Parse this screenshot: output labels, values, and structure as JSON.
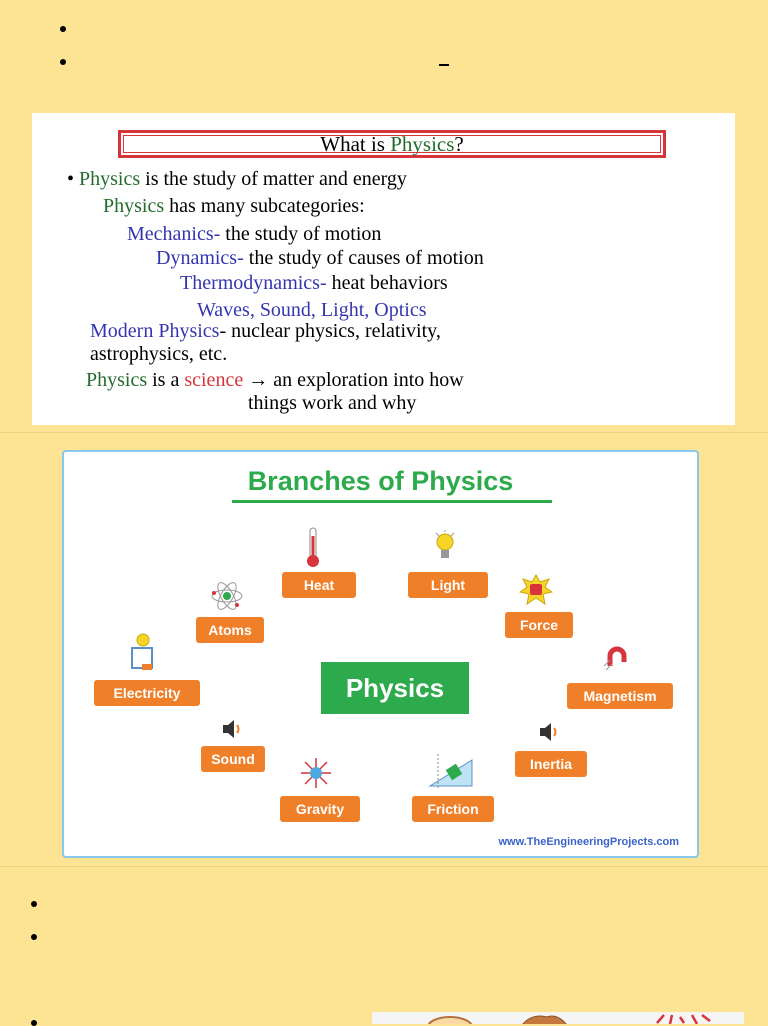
{
  "slide1": {
    "title_prefix": "What is ",
    "title_word": "Physics",
    "title_suffix": "?",
    "line1_a": "Physics",
    "line1_b": " is the study of matter and energy",
    "line2_a": "Physics",
    "line2_b": " has many subcategories:",
    "line3_a": "Mechanics-",
    "line3_b": " the study of motion",
    "line4_a": "Dynamics-",
    "line4_b": " the study of causes of motion",
    "line5_a": "Thermodynamics-",
    "line5_b": " heat behaviors",
    "line6": "Waves, Sound, Light, Optics",
    "line7_a": "Modern Physics",
    "line7_b": "- nuclear physics, relativity,",
    "line8": "astrophysics, etc.",
    "line9_a": "Physics",
    "line9_b": " is a ",
    "line9_c": "science",
    "line9_d": " → an exploration into how",
    "line10": "things work and why"
  },
  "slide2": {
    "title": "Branches of Physics",
    "center": "Physics",
    "branches": {
      "heat": "Heat",
      "light": "Light",
      "atoms": "Atoms",
      "force": "Force",
      "electricity": "Electricity",
      "magnetism": "Magnetism",
      "sound": "Sound",
      "inertia": "Inertia",
      "gravity": "Gravity",
      "friction": "Friction"
    },
    "footer": "www.TheEngineeringProjects.com"
  },
  "colors": {
    "page_bg": "#FDE394",
    "branch_orange": "#F07F2A",
    "center_green": "#2DAA4B",
    "title_red": "#D7343C"
  }
}
